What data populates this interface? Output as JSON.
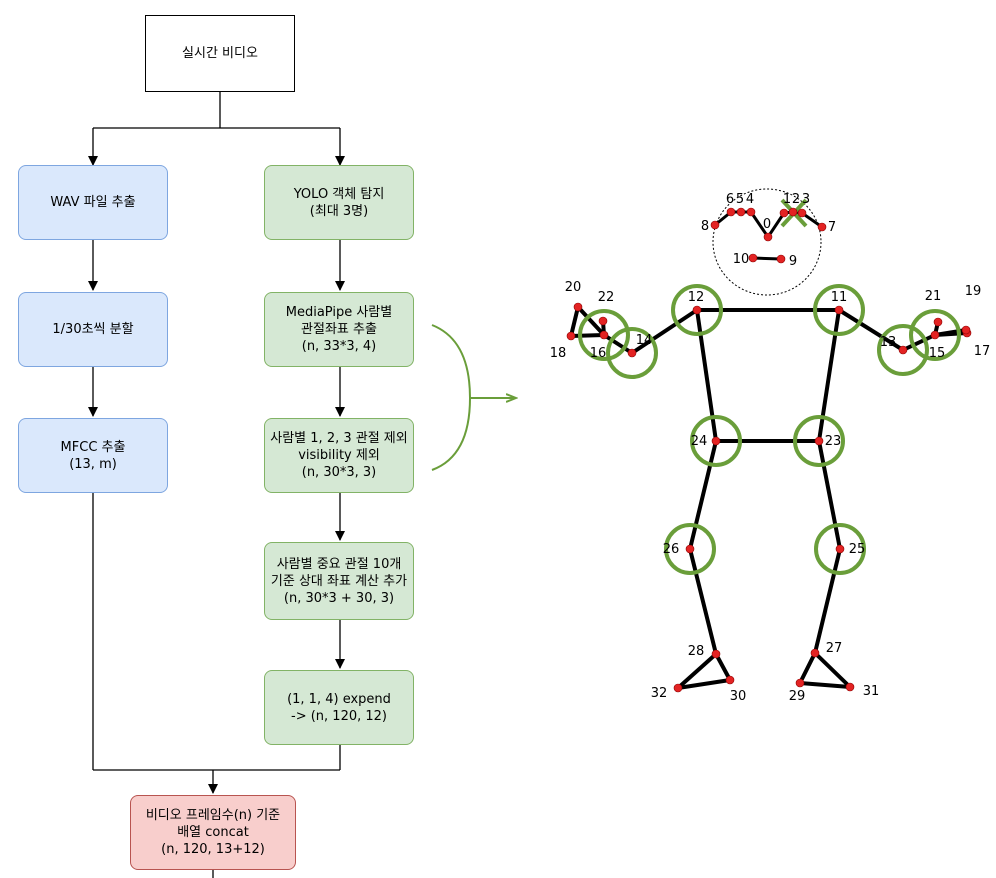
{
  "flowchart": {
    "source": {
      "line1": "실시간 비디오"
    },
    "wav_extract": {
      "line1": "WAV 파일 추출"
    },
    "split": {
      "line1": "1/30초씩 분할"
    },
    "mfcc": {
      "line1": "MFCC 추출",
      "line2": "(13, m)"
    },
    "yolo": {
      "line1": "YOLO 객체 탐지",
      "line2": "(최대 3명)"
    },
    "mediapipe": {
      "line1": "MediaPipe 사람별",
      "line2": "관절좌표 추출",
      "line3": "(n, 33*3, 4)"
    },
    "remove_joints": {
      "line1": "사람별 1, 2, 3 관절 제외",
      "line2": "visibility 제외",
      "line3": "(n, 30*3, 3)"
    },
    "relative_coords": {
      "line1": "사람별 중요 관절 10개",
      "line2": "기준 상대 좌표 계산 추가",
      "line3": "(n, 30*3 + 30, 3)"
    },
    "expand": {
      "line1": "(1, 1, 4) expend",
      "line2": "-> (n, 120, 12)"
    },
    "concat": {
      "line1": "비디오 프레임수(n) 기준",
      "line2": "배열 concat",
      "line3": "(n, 120, 13+12)"
    }
  },
  "skeleton": {
    "joint_labels": [
      "0",
      "1",
      "2",
      "3",
      "4",
      "5",
      "6",
      "7",
      "8",
      "9",
      "10",
      "11",
      "12",
      "13",
      "14",
      "15",
      "16",
      "17",
      "18",
      "19",
      "20",
      "21",
      "22",
      "23",
      "24",
      "25",
      "26",
      "27",
      "28",
      "29",
      "30",
      "31",
      "32"
    ],
    "important_joints": [
      "11",
      "12",
      "13",
      "14",
      "15",
      "16",
      "23",
      "24",
      "25",
      "26"
    ],
    "excluded_joints": [
      "1",
      "2",
      "3"
    ],
    "colors": {
      "joint": "#e32323",
      "highlight": "#6a9e3a",
      "bone": "#000000"
    }
  }
}
